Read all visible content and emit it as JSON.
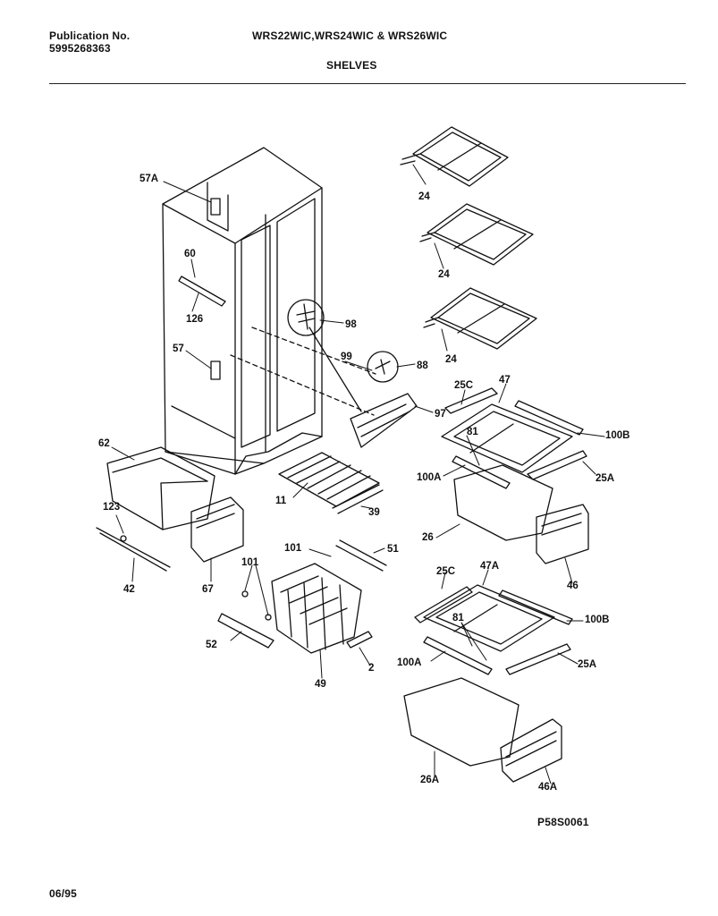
{
  "header": {
    "publication_label": "Publication No.",
    "publication_number": "5995268363",
    "models": "WRS22WIC,WRS24WIC & WRS26WIC",
    "section_title": "SHELVES"
  },
  "parts": {
    "p57A": "57A",
    "p60": "60",
    "p126": "126",
    "p57": "57",
    "p98": "98",
    "p99": "99",
    "p88": "88",
    "p97": "97",
    "p62": "62",
    "p123": "123",
    "p42": "42",
    "p67": "67",
    "p11": "11",
    "p39": "39",
    "p101a": "101",
    "p51": "51",
    "p101b": "101",
    "p52": "52",
    "p49": "49",
    "p2": "2",
    "p24a": "24",
    "p24b": "24",
    "p24c": "24",
    "p25C": "25C",
    "p47": "47",
    "p100B": "100B",
    "p81": "81",
    "p100A": "100A",
    "p25A": "25A",
    "p26": "26",
    "p46": "46",
    "p25C2": "25C",
    "p47A": "47A",
    "p812": "81",
    "p100B2": "100B",
    "p100A2": "100A",
    "p25A2": "25A",
    "p26A": "26A",
    "p46A": "46A"
  },
  "footer": {
    "diagram_code": "P58S0061",
    "date": "06/95"
  }
}
